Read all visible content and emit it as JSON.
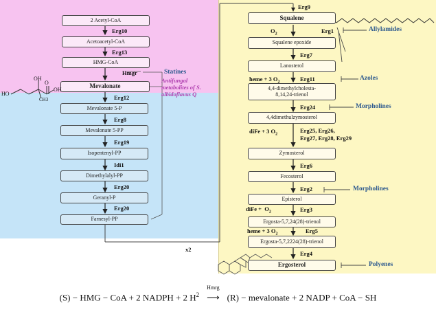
{
  "colors": {
    "pink": "#f7c3f0",
    "blue": "#c5e4f8",
    "yellow": "#fdf7c3",
    "inhibitor": "#2f5b8f",
    "antifungal": "#b040b0"
  },
  "left_pathway": {
    "boxes": [
      "2 Acetyl-CoA",
      "Acetoacetyl-CoA",
      "HMG-CoA",
      "Mevalonate",
      "Mevalonate 5-P",
      "Mevalonate 5-PP",
      "Isopentenyl-PP",
      "Dimethylalyl-PP",
      "Geranyl-P",
      "Farnesyl-PP"
    ],
    "enzymes": [
      "Erg10",
      "Erg13",
      "Hmgr",
      "Erg12",
      "Erg8",
      "Erg19",
      "Idi1",
      "Erg20",
      "Erg20"
    ]
  },
  "right_pathway": {
    "top_enzyme": "Erg9",
    "boxes": [
      "Squalene",
      "Squalene epoxide",
      "Lanosterol",
      "4,4-dimethylcholesta-8,14,24-trienol",
      "4,4dimethulzymosterol",
      "Zymosterol",
      "Fecosterol",
      "Episterol",
      "Ergosta-5,7,24(28)-trienol",
      "Ergosta-5,7,2224(28)-trienol",
      "Ergosterol"
    ],
    "enzymes": [
      "Erg1",
      "Erg7",
      "Erg11",
      "Erg24",
      "Erg25, Erg26,",
      "Erg27, Erg28, Erg29",
      "Erg6",
      "Erg2",
      "Erg3",
      "Erg5",
      "Erg4"
    ],
    "cofactors": [
      "O2",
      "heme + 3 O2",
      "diFe + 3 O2",
      "diFe + O2",
      "heme + 3 O2"
    ]
  },
  "inhibitors": [
    "Statines",
    "Allylamides",
    "Azoles",
    "Morpholines",
    "Morpholines",
    "Polyenes"
  ],
  "antifungal_note": [
    "Antifungal",
    "metabolites of S.",
    "albidoflavus Q"
  ],
  "multiplier": "x2",
  "molecule_labels": [
    "HO",
    "OH",
    "O",
    "OH",
    "CH3"
  ],
  "equation": {
    "lhs": "(S) − HMG − CoA + 2 NADPH +  2 H",
    "sup": "2",
    "enzyme": "Hmrg",
    "rhs": "(R) − mevalonate + 2 NADP + CoA − SH"
  }
}
